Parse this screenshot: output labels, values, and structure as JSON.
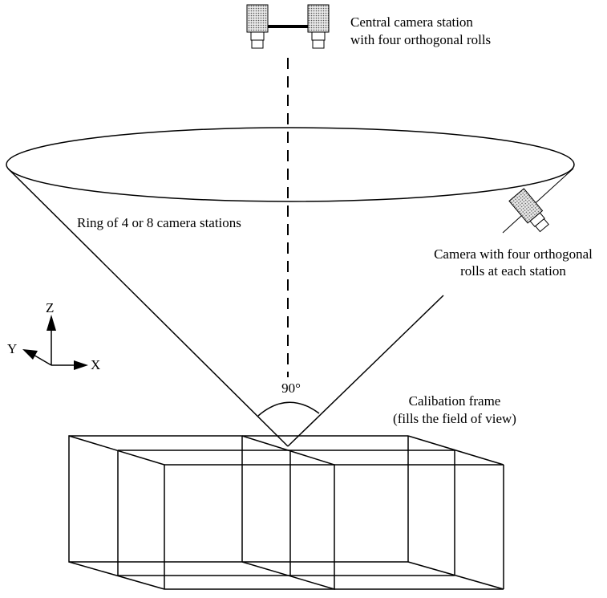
{
  "labels": {
    "central_camera_line1": "Central camera station",
    "central_camera_line2": "with four orthogonal rolls",
    "ring": "Ring of 4 or 8 camera stations",
    "camera_roll_line1": "Camera with four orthogonal",
    "camera_roll_line2": "rolls at each station",
    "angle": "90°",
    "frame_line1": "Calibation frame",
    "frame_line2": "(fills the field of view)"
  },
  "axes": {
    "z": "Z",
    "y": "Y",
    "x": "X"
  }
}
